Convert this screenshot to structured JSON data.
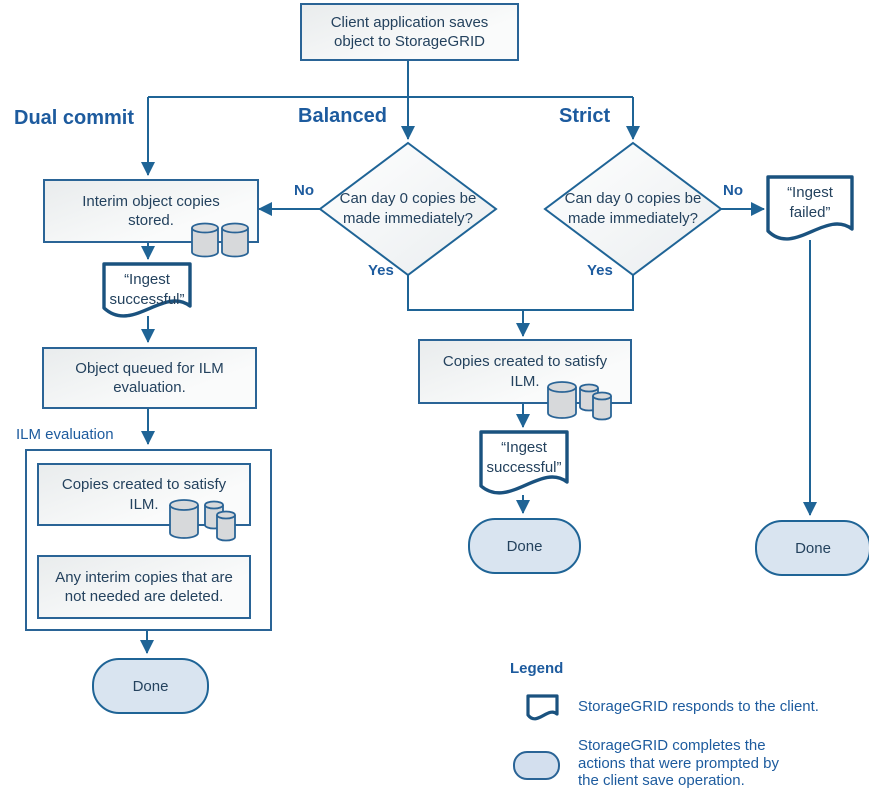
{
  "colors": {
    "line": "#1F6496",
    "document_border": "#1A527F",
    "heading_blue": "#1D5B9E",
    "body_text": "#24425E",
    "stadium_fill": "#D9E4F0",
    "cylinder_fill": "#D7D9DB",
    "box_border": "#2A6496"
  },
  "headings": {
    "dual_commit": "Dual commit",
    "balanced": "Balanced",
    "strict": "Strict"
  },
  "edge_labels": {
    "no": "No",
    "yes": "Yes"
  },
  "nodes": {
    "start": "Client application saves\nobject to StorageGRID",
    "interim_stored": "Interim object copies\nstored.",
    "decision": "Can day 0 copies be\nmade immediately?",
    "ingest_successful": "“Ingest\nsuccessful”",
    "ingest_failed": "“Ingest\nfailed”",
    "object_queued": "Object queued for ILM\nevaluation.",
    "ilm_section_label": "ILM evaluation",
    "copies_created": "Copies created to satisfy\nILM.",
    "interim_deleted": "Any interim copies that are\nnot needed are deleted.",
    "done": "Done"
  },
  "legend": {
    "title": "Legend",
    "document_meaning": "StorageGRID responds to the client.",
    "stadium_meaning": "StorageGRID completes the\nactions that were prompted by\nthe client save operation."
  }
}
